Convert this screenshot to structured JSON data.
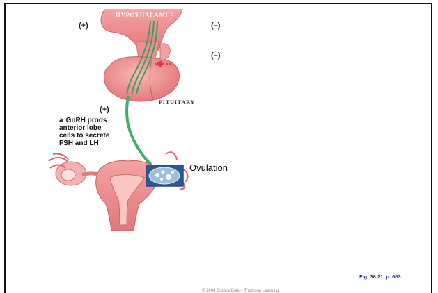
{
  "labels": {
    "hypothalamus": "HYPOTHALAMUS",
    "pituitary": "PITUITARY",
    "sign_left_top": "(+)",
    "sign_right_top": "(–)",
    "sign_right_mid": "(–)",
    "sign_left_mid": "(+)",
    "step_letter": "a",
    "caption_lines": [
      "GnRH prods",
      "anterior lobe",
      "cells to secrete",
      "FSH and LH"
    ],
    "ovulation": "Ovulation",
    "figure_ref": "Fig. 38.21, p. 663",
    "copyright": "© 2004 Brooks/Cole – Thomson Learning"
  },
  "colors": {
    "tissue": "#ee8a8a",
    "tissue_dark": "#d8666a",
    "tissue_light": "#f7b9b5",
    "arrow_green": "#3fae6a",
    "feedback_red": "#d94040",
    "ovary_box": "#1f4e8c"
  }
}
